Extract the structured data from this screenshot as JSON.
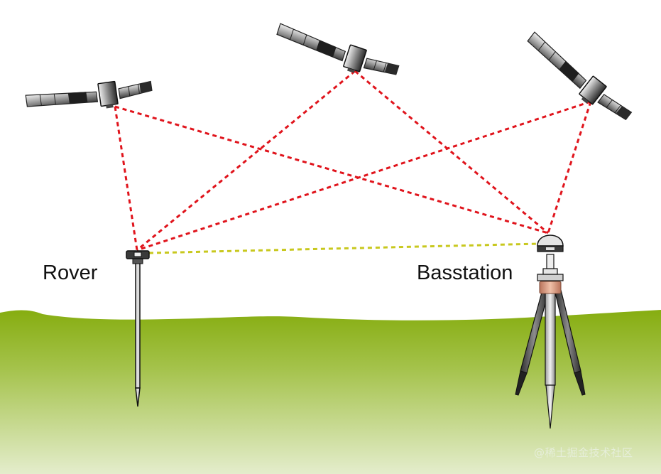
{
  "labels": {
    "rover": "Rover",
    "base_station": "Basstation"
  },
  "watermark": "@稀土掘金技术社区",
  "colors": {
    "satellite_link": "#e0141c",
    "baseline_link": "#c8c81e",
    "ground_top": "#86ad10",
    "ground_bottom": "#dfe9c4"
  },
  "icons": [
    "satellite-icon",
    "rover-pole-icon",
    "tripod-icon",
    "gnss-antenna-icon"
  ]
}
